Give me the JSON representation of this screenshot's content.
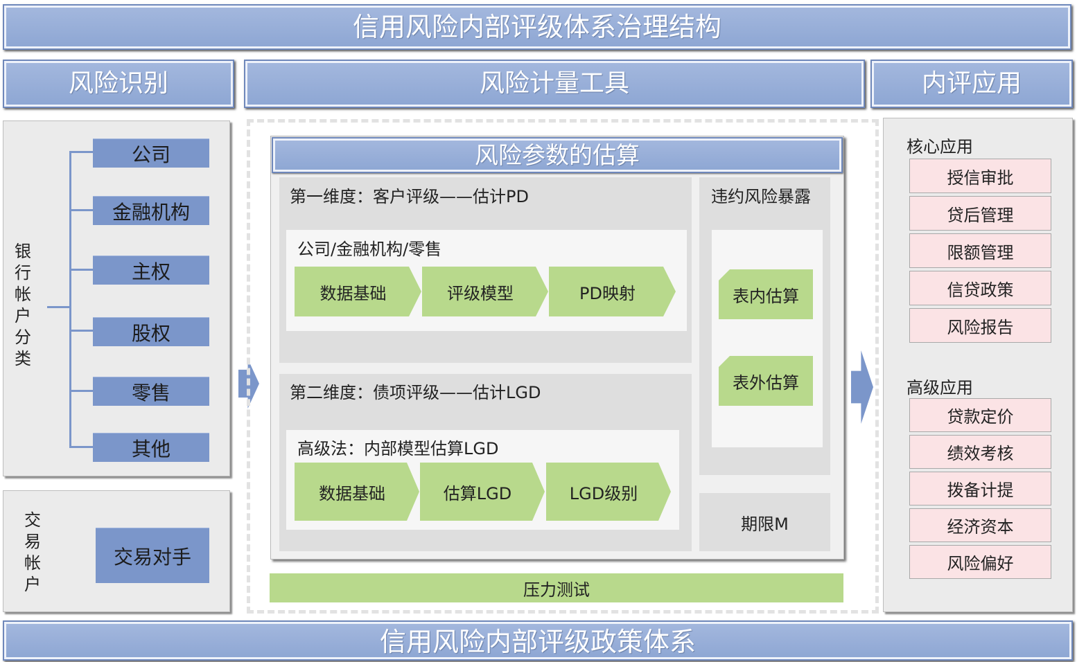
{
  "title": "信用风险内部评级体系治理结构",
  "footer": "信用风险内部评级政策体系",
  "columns": {
    "left": "风险识别",
    "middle": "风险计量工具",
    "right": "内评应用"
  },
  "bank_account": {
    "label": "银行帐户分类",
    "items": [
      "公司",
      "金融机构",
      "主权",
      "股权",
      "零售",
      "其他"
    ]
  },
  "trading_account": {
    "label": "交易帐户",
    "item": "交易对手"
  },
  "estimation": {
    "title": "风险参数的估算",
    "dim1": {
      "title": "第一维度：客户评级——估计PD",
      "subtitle": "公司/金融机构/零售",
      "steps": [
        "数据基础",
        "评级模型",
        "PD映射"
      ]
    },
    "dim2": {
      "title": "第二维度：债项评级——估计LGD",
      "subtitle": "高级法：内部模型估算LGD",
      "steps": [
        "数据基础",
        "估算LGD",
        "LGD级别"
      ]
    },
    "ead": {
      "title": "违约风险暴露",
      "items": [
        "表内估算",
        "表外估算"
      ]
    },
    "maturity": "期限M"
  },
  "stress_test": "压力测试",
  "applications": {
    "core_title": "核心应用",
    "core_items": [
      "授信审批",
      "贷后管理",
      "限额管理",
      "信贷政策",
      "风险报告"
    ],
    "advanced_title": "高级应用",
    "advanced_items": [
      "贷款定价",
      "绩效考核",
      "拨备计提",
      "经济资本",
      "风险偏好"
    ]
  },
  "colors": {
    "banner_blue": "#8da6d3",
    "box_blue": "#7b96ca",
    "green": "#b8d98c",
    "pink": "#fbe3e5",
    "panel_grey": "#ebebeb"
  }
}
